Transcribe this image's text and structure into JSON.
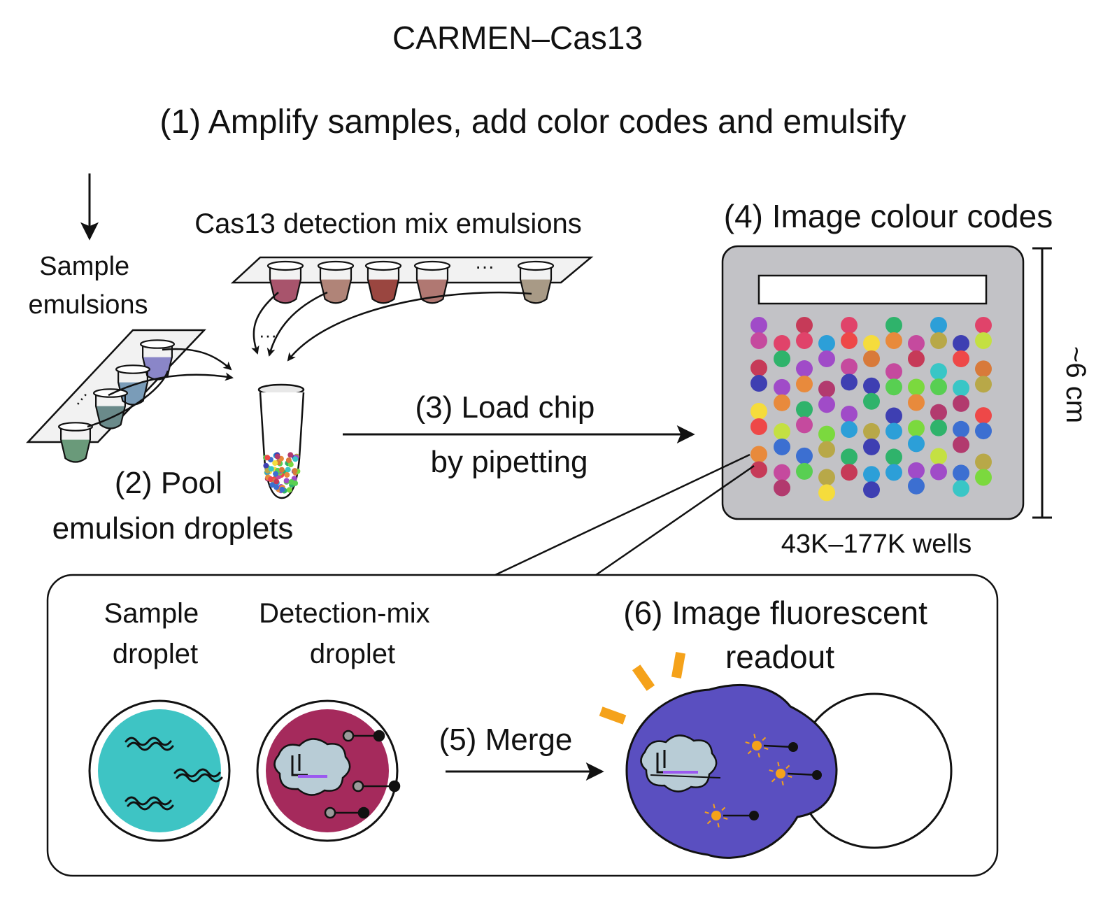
{
  "title": "CARMEN–Cas13",
  "step1": "(1) Amplify samples, add color codes and emulsify",
  "detection_mix_label": "Cas13 detection mix emulsions",
  "sample_emulsions": [
    "Sample",
    "emulsions"
  ],
  "step2": [
    "(2) Pool",
    "emulsion droplets"
  ],
  "step3": [
    "(3) Load chip",
    "by pipetting"
  ],
  "step4": "(4) Image colour codes",
  "chip_size": "~6 cm",
  "chip_wells": "43K–177K wells",
  "sample_droplet_label": [
    "Sample",
    "droplet"
  ],
  "detection_droplet_label": [
    "Detection-mix",
    "droplet"
  ],
  "step5": "(5) Merge",
  "step6": [
    "(6) Image fluorescent",
    "readout"
  ],
  "ellipsis": "···",
  "colors": {
    "sample_droplet": "#3ec4c4",
    "detection_droplet": "#a52a5c",
    "merged_droplet": "#5a4fc0",
    "fluor_burst": "#f5a21a",
    "chip": "#c2c2c6",
    "cas13": "#b8ccd6",
    "crrna": "#9b59f0"
  },
  "chip_bead_palette": [
    "#3c6fd1",
    "#e0436a",
    "#2fb36b",
    "#ee4848",
    "#a04bc8",
    "#c4e042",
    "#2c9fd8",
    "#e88a3c",
    "#b23a6e",
    "#58cf52",
    "#3e3fb2",
    "#39c6c6",
    "#d87a3a",
    "#c54a9e",
    "#f5dc3c",
    "#7bd93e",
    "#c63a58",
    "#b8a848"
  ]
}
